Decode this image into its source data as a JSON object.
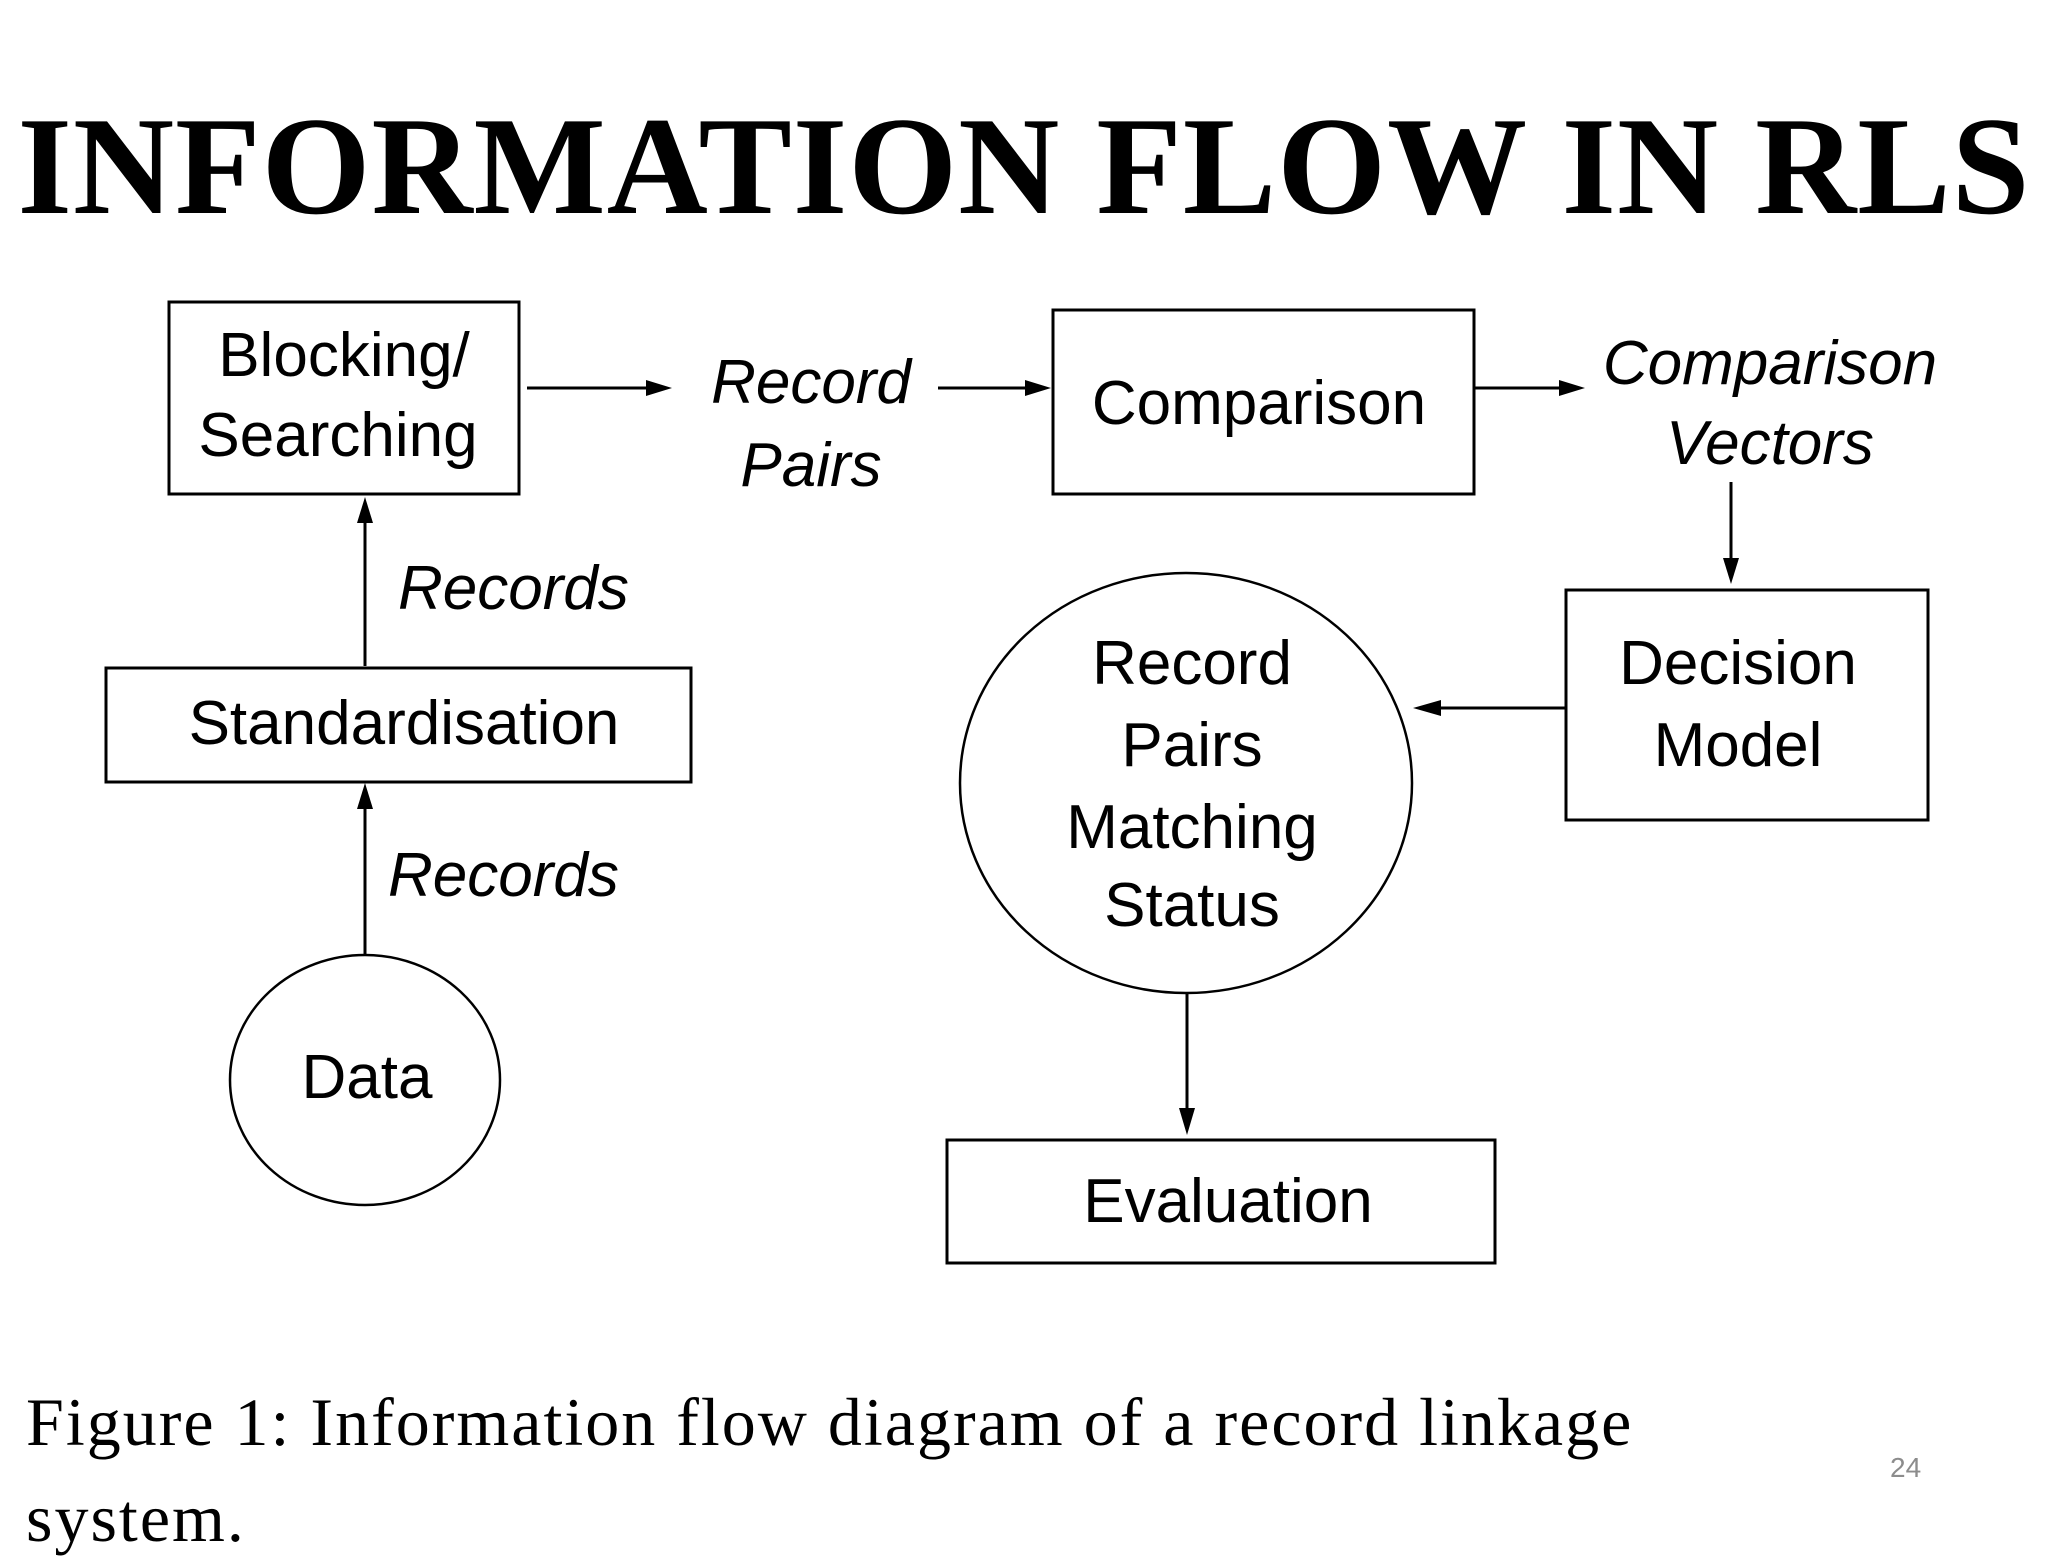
{
  "title": "INFORMATION FLOW IN RLS",
  "diagram": {
    "nodes": {
      "blocking": {
        "label1": "Blocking/",
        "label2": "Searching"
      },
      "comparison": {
        "label": "Comparison"
      },
      "standardisation": {
        "label": "Standardisation"
      },
      "decision": {
        "label1": "Decision",
        "label2": "Model"
      },
      "matching": {
        "label1": "Record",
        "label2": "Pairs",
        "label3": "Matching",
        "label4": "Status"
      },
      "data": {
        "label": "Data"
      },
      "evaluation": {
        "label": "Evaluation"
      }
    },
    "edges": {
      "record_pairs": {
        "label1": "Record",
        "label2": "Pairs"
      },
      "comparison_vectors": {
        "label1": "Comparison",
        "label2": "Vectors"
      },
      "records_upper": {
        "label": "Records"
      },
      "records_lower": {
        "label": "Records"
      }
    }
  },
  "caption": {
    "line1": "Figure 1: Information flow diagram of a record linkage",
    "line2": "system."
  },
  "slide_number": "24"
}
